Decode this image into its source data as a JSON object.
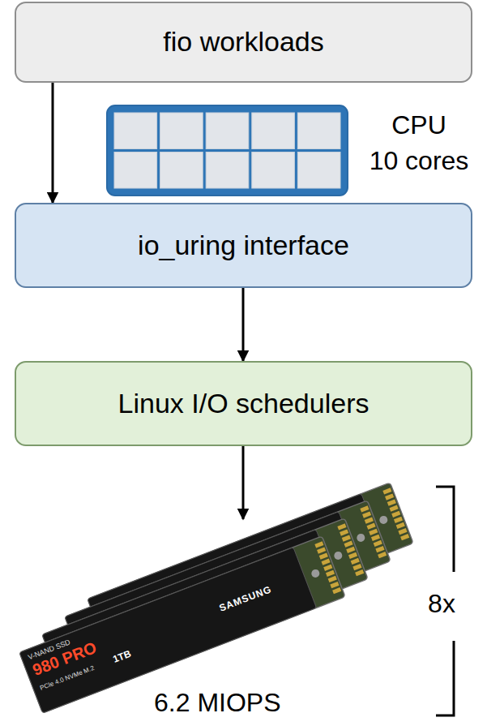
{
  "diagram": {
    "nodes": [
      {
        "text": [
          "fio workloads"
        ]
      },
      {
        "text": [
          "io_uring interface"
        ]
      },
      {
        "text": [
          "Linux I/O schedulers"
        ]
      },
      {
        "text": [
          "6.2 MIOPS"
        ]
      }
    ],
    "edges": [
      {
        "from": 0,
        "to": 1,
        "arrow": "to"
      },
      {
        "from": 1,
        "to": 2,
        "arrow": "to"
      },
      {
        "from": 2,
        "to": 3,
        "arrow": "to"
      }
    ],
    "labels": [
      "CPU",
      "10 cores",
      "V-NAND SSD",
      "980 PRO",
      "PCIe 4.0 NVMe M.2",
      "1TB",
      "SAMSUNG",
      "8x"
    ]
  }
}
